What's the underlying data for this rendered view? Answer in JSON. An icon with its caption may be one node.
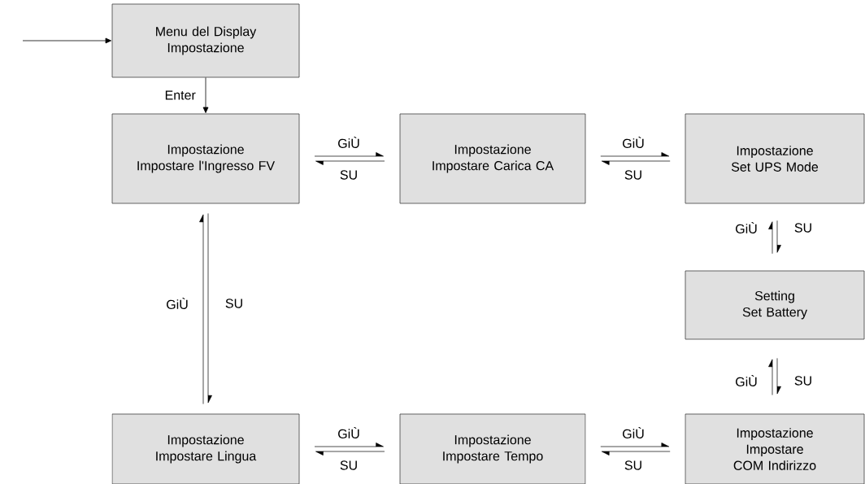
{
  "diagram": {
    "nodes": [
      {
        "text": [
          "Menu del Display",
          "Impostazione"
        ]
      },
      {
        "text": [
          "Impostazione",
          "Impostare l'Ingresso FV"
        ]
      },
      {
        "text": [
          "Impostazione",
          "Impostare Carica CA"
        ]
      },
      {
        "text": [
          "Impostazione",
          "Set UPS Mode"
        ]
      },
      {
        "text": [
          "Setting",
          "Set Battery"
        ]
      },
      {
        "text": [
          "Impostazione",
          "Impostare Lingua"
        ]
      },
      {
        "text": [
          "Impostazione",
          "Impostare Tempo"
        ]
      },
      {
        "text": [
          "Impostazione",
          "Impostare COM Indirizzo"
        ]
      }
    ],
    "edges": [
      {
        "from": null,
        "to": 0,
        "arrow": "to"
      },
      {
        "from": 0,
        "to": 1,
        "arrow": "to",
        "label": "Enter"
      },
      {
        "from": 1,
        "to": 2,
        "arrow": "to",
        "label": "GiÙ"
      },
      {
        "from": 2,
        "to": 1,
        "arrow": "to",
        "label": "SU"
      },
      {
        "from": 2,
        "to": 3,
        "arrow": "to",
        "label": "GiÙ"
      },
      {
        "from": 3,
        "to": 2,
        "arrow": "to",
        "label": "SU"
      },
      {
        "from": 4,
        "to": 3,
        "arrow": "to",
        "label": "GiÙ"
      },
      {
        "from": 3,
        "to": 4,
        "arrow": "to",
        "label": "SU"
      },
      {
        "from": 7,
        "to": 4,
        "arrow": "to",
        "label": "GiÙ"
      },
      {
        "from": 4,
        "to": 7,
        "arrow": "to",
        "label": "SU"
      },
      {
        "from": 5,
        "to": 1,
        "arrow": "to",
        "label": "GiÙ"
      },
      {
        "from": 1,
        "to": 5,
        "arrow": "to",
        "label": "SU"
      },
      {
        "from": 5,
        "to": 6,
        "arrow": "to",
        "label": "GiÙ"
      },
      {
        "from": 6,
        "to": 5,
        "arrow": "to",
        "label": "SU"
      },
      {
        "from": 6,
        "to": 7,
        "arrow": "to",
        "label": "GiÙ"
      },
      {
        "from": 7,
        "to": 6,
        "arrow": "to",
        "label": "SU"
      }
    ]
  }
}
